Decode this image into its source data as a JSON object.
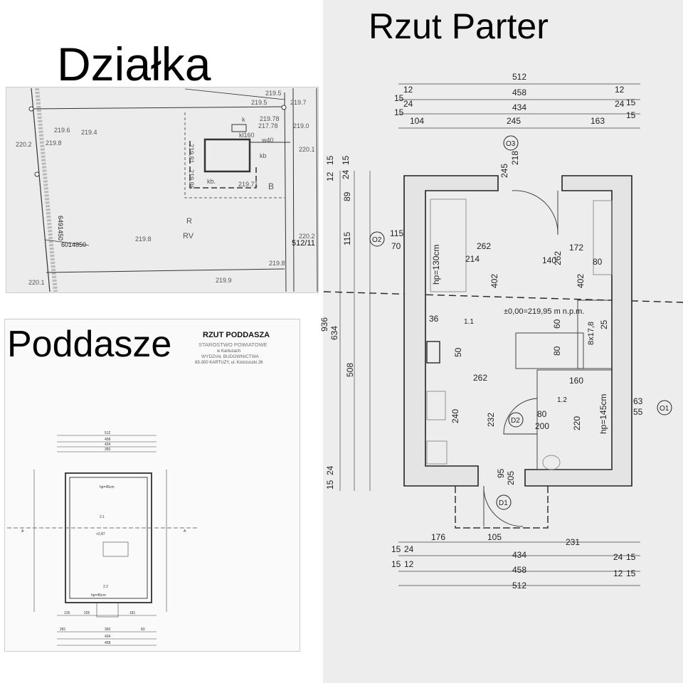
{
  "labels": {
    "plot": "Działka",
    "attic": "Poddasze",
    "ground_floor": "Rzut Parter"
  },
  "plot_map": {
    "elevations": [
      "219.5",
      "219.5",
      "219.7",
      "219.78",
      "217.78",
      "219.0",
      "220.1",
      "219.81",
      "219.86",
      "219.71",
      "219.6",
      "219.4",
      "220.2",
      "219.8",
      "219.8",
      "220.2",
      "219.8",
      "219.9",
      "220.1"
    ],
    "symbols": [
      "k",
      "kl160",
      "w40",
      "kb",
      "kb.",
      "B",
      "R",
      "RV"
    ],
    "coords": [
      "6491450",
      "6014850"
    ],
    "parcel": "512/11"
  },
  "attic_sheet": {
    "title": "RZUT PODDASZA",
    "stamp": [
      "STAROSTWO POWIATOWE",
      "w Kartuzach",
      "WYDZIAŁ BUDOWNICTWA",
      "83-300 KARTUZY, ul. Kościuszki 26"
    ],
    "top_dims": [
      "512",
      "458",
      "434",
      "350"
    ],
    "bottom_dims": [
      "126",
      "205",
      "181",
      "281",
      "350",
      "83",
      "434",
      "458"
    ],
    "rooms": [
      "2.1",
      "2.2"
    ],
    "notes": [
      "hp=45cm",
      "hp=45cm",
      "+2,87",
      "A",
      "A"
    ]
  },
  "ground_plan": {
    "top_dims": [
      "512",
      "458",
      "12",
      "12",
      "15",
      "15",
      "434",
      "24",
      "24",
      "15",
      "15",
      "104",
      "245",
      "163"
    ],
    "bottom_dims": [
      "176",
      "105",
      "231",
      "15",
      "24",
      "434",
      "24",
      "15",
      "15",
      "12",
      "458",
      "12",
      "15",
      "512"
    ],
    "left_dims": [
      "12",
      "15",
      "24",
      "15",
      "89",
      "115",
      "634",
      "508",
      "936",
      "15",
      "24"
    ],
    "window_marks": [
      {
        "id": "O3",
        "dims": [
          "245",
          "218"
        ]
      },
      {
        "id": "O2",
        "dims": [
          "115",
          "70"
        ]
      },
      {
        "id": "O1",
        "dims": [
          "63",
          "55"
        ]
      }
    ],
    "doors": [
      {
        "id": "D1",
        "dims": [
          "95",
          "205"
        ]
      },
      {
        "id": "D2",
        "dims": [
          "80",
          "200"
        ]
      }
    ],
    "interior_dims": [
      "262",
      "214",
      "402",
      "140",
      "262",
      "172",
      "80",
      "402",
      "36",
      "50",
      "60",
      "262",
      "160",
      "240",
      "232",
      "220",
      "80"
    ],
    "stairs": [
      "25",
      "8x17,8"
    ],
    "level": "±0,00=219,95 m n.p.m.",
    "rooms": [
      "1.1",
      "1.2"
    ],
    "notes": [
      "hp=130cm",
      "hp=145cm"
    ]
  }
}
